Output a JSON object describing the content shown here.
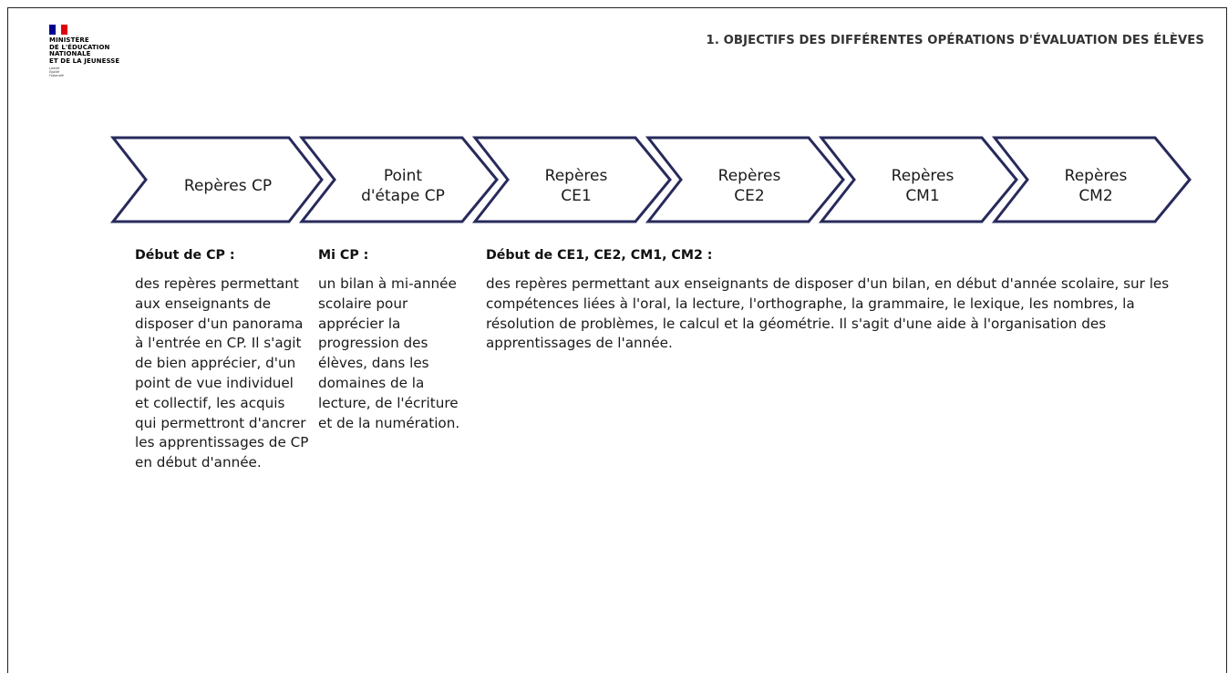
{
  "header": {
    "ministry_lines": [
      "MINISTÈRE",
      "DE L'ÉDUCATION",
      "NATIONALE",
      "ET DE LA JEUNESSE"
    ],
    "motto_lines": [
      "Liberté",
      "Égalité",
      "Fraternité"
    ],
    "section_title": "1. OBJECTIFS DES DIFFÉRENTES OPÉRATIONS D'ÉVALUATION DES ÉLÈVES"
  },
  "colors": {
    "chevron_stroke": "#272a5b",
    "flag_blue": "#000091",
    "flag_red": "#e1000f"
  },
  "steps": [
    {
      "lines": [
        "Repères CP"
      ]
    },
    {
      "lines": [
        "Point",
        "d'étape CP"
      ]
    },
    {
      "lines": [
        "Repères",
        "CE1"
      ]
    },
    {
      "lines": [
        "Repères",
        "CE2"
      ]
    },
    {
      "lines": [
        "Repères",
        "CM1"
      ]
    },
    {
      "lines": [
        "Repères",
        "CM2"
      ]
    }
  ],
  "columns": [
    {
      "heading": "Début de CP :",
      "body": "des repères permettant aux enseignants de disposer d'un panorama à l'entrée en CP. Il s'agit de bien apprécier, d'un point de vue individuel et collectif, les acquis qui permettront d'ancrer les apprentissages de CP en début d'année."
    },
    {
      "heading": "Mi CP :",
      "body": "un bilan à mi-année scolaire pour apprécier la progression des élèves, dans les domaines de la lecture, de l'écriture et de la numération."
    },
    {
      "heading": "Début de CE1, CE2, CM1, CM2 :",
      "body": "des repères permettant aux enseignants de disposer d'un bilan, en début d'année scolaire, sur les compétences liées à l'oral, la lecture, l'orthographe, la grammaire, le lexique, les nombres, la résolution de problèmes, le calcul et la géométrie. Il s'agit d'une aide à l'organisation des apprentissages de l'année."
    }
  ]
}
